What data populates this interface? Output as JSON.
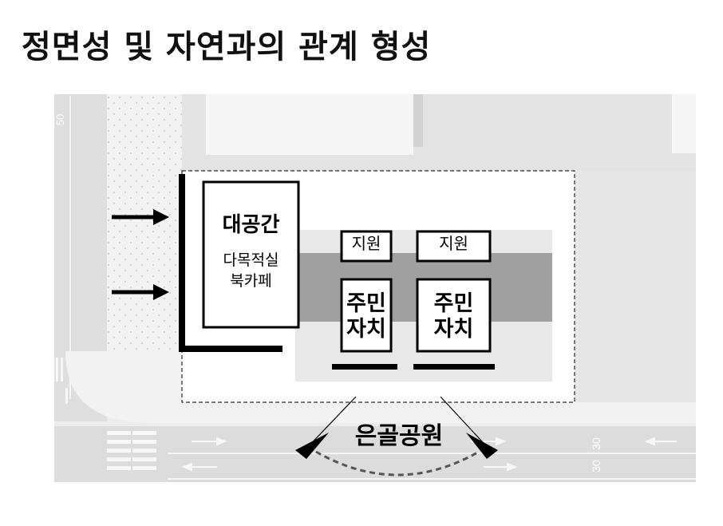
{
  "title": "정면성 및 자연과의 관계 형성",
  "main_space": {
    "title": "대공간",
    "line1": "다목적실",
    "line2": "북카페"
  },
  "support_left": "지원",
  "support_right": "지원",
  "resident_left": {
    "line1": "주민",
    "line2": "자치"
  },
  "resident_right": {
    "line1": "주민",
    "line2": "자치"
  },
  "park": "은골공원",
  "road_marks": {
    "speed_top": "30",
    "speed_bottom": "30",
    "edge_number": "50"
  }
}
